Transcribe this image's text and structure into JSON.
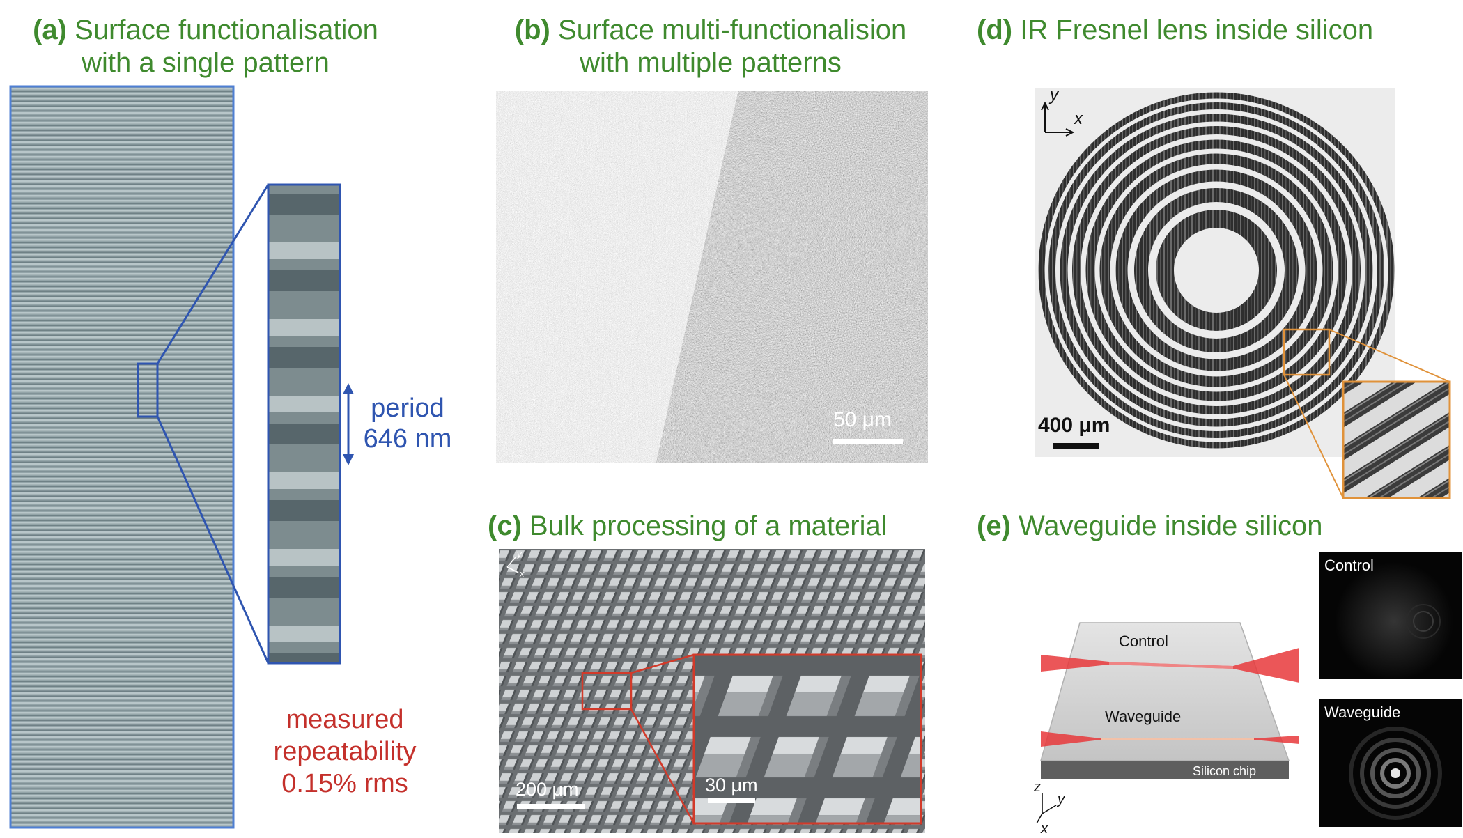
{
  "colors": {
    "title_green": "#3f8a2e",
    "accent_blue": "#2f55b0",
    "accent_red": "#c4302b",
    "accent_orange": "#e0923a",
    "beam_red": "#e8383b"
  },
  "panel_a": {
    "tag": "(a)",
    "title_line1": "Surface functionalisation",
    "title_line2": "with a single pattern",
    "period_label": "period",
    "period_value": "646 nm",
    "repeat_line1": "measured",
    "repeat_line2": "repeatability",
    "repeat_line3": "0.15% rms"
  },
  "panel_b": {
    "tag": "(b)",
    "title_line1": "Surface multi-functionalision",
    "title_line2": "with multiple patterns",
    "scale": "50 μm"
  },
  "panel_c": {
    "tag": "(c)",
    "title": "Bulk processing of a material",
    "axis_y": "y",
    "axis_x": "x",
    "scale_main": "200 μm",
    "scale_inset": "30 μm"
  },
  "panel_d": {
    "tag": "(d)",
    "title": "IR Fresnel lens inside silicon",
    "axis_y": "y",
    "axis_x": "x",
    "scale": "400 μm"
  },
  "panel_e": {
    "tag": "(e)",
    "title": "Waveguide inside silicon",
    "beam_control": "Control",
    "beam_waveguide": "Waveguide",
    "chip_label": "Silicon chip",
    "axis_z": "z",
    "axis_y": "y",
    "axis_x": "x",
    "image_control": "Control",
    "image_waveguide": "Waveguide"
  }
}
